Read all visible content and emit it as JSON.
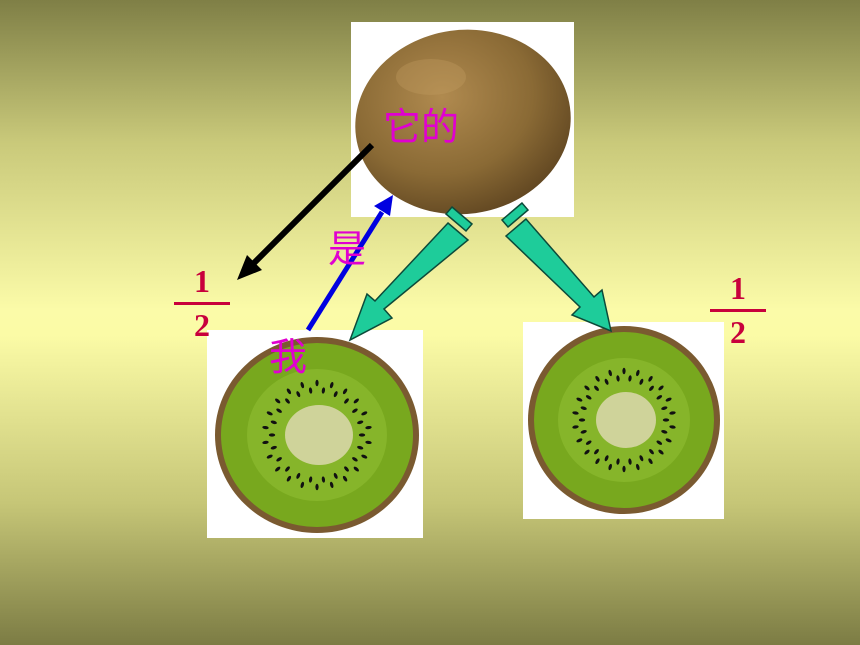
{
  "labels": {
    "its": "它的",
    "is": "是",
    "me": "我"
  },
  "fraction_left": {
    "numerator": "1",
    "denominator": "2"
  },
  "fraction_right": {
    "numerator": "1",
    "denominator": "2"
  },
  "colors": {
    "label_text": "#e000d0",
    "fraction_text": "#c8003c",
    "arrow_black": "#000000",
    "arrow_blue": "#0000e0",
    "arrow_teal": "#1ecc9a",
    "kiwi_skin": "#8a6a35",
    "kiwi_flesh": "#78a81e",
    "kiwi_core": "#cfd39a"
  }
}
